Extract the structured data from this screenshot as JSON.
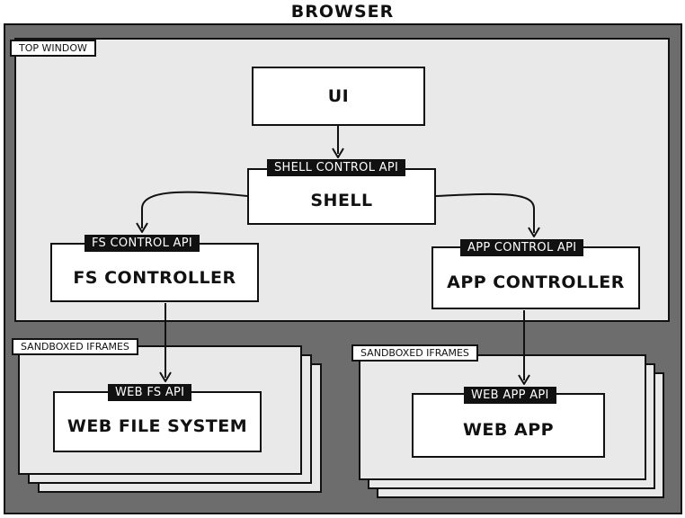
{
  "title": "BROWSER",
  "top_window": {
    "tag": "TOP WINDOW",
    "ui": "UI",
    "shell": {
      "api": "SHELL CONTROL API",
      "label": "SHELL"
    },
    "fs_controller": {
      "api": "FS CONTROL API",
      "label": "FS CONTROLLER"
    },
    "app_controller": {
      "api": "APP CONTROL API",
      "label": "APP CONTROLLER"
    }
  },
  "left_iframes": {
    "tag": "SANDBOXED IFRAMES",
    "api": "WEB FS API",
    "label": "WEB FILE SYSTEM"
  },
  "right_iframes": {
    "tag": "SANDBOXED IFRAMES",
    "api": "WEB APP API",
    "label": "WEB APP"
  }
}
